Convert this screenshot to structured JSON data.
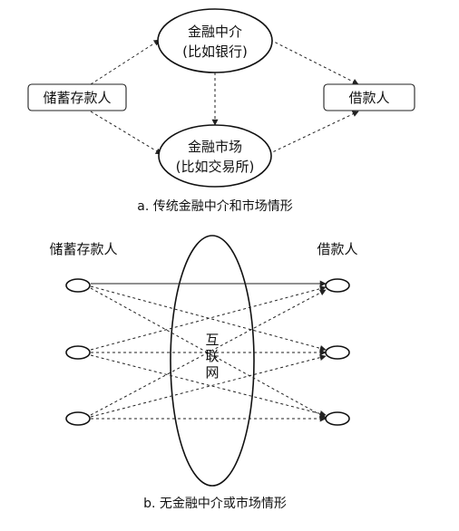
{
  "diagram_a": {
    "depositor": "储蓄存款人",
    "intermediary": {
      "line1": "金融中介",
      "line2": "(比如银行)"
    },
    "borrower": "借款人",
    "market": {
      "line1": "金融市场",
      "line2": "(比如交易所)"
    },
    "caption": "a. 传统金融中介和市场情形"
  },
  "diagram_b": {
    "depositors_label": "储蓄存款人",
    "borrowers_label": "借款人",
    "internet_chars": [
      "互",
      "联",
      "网"
    ],
    "caption": "b. 无金融中介或市场情形"
  }
}
